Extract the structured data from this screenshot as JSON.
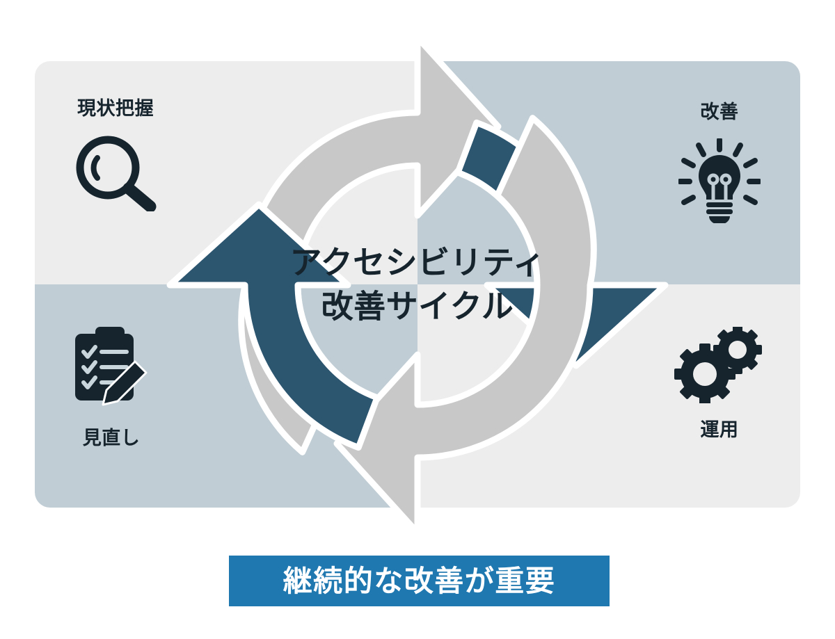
{
  "diagram": {
    "title": "アクセシビリティ改善サイクル",
    "center_line1": "アクセシビリティ",
    "center_line2": "改善サイクル",
    "colors": {
      "arrow_dark": "#2c5570",
      "arrow_light": "#c8c8c8",
      "quadrant_light": "#ededed",
      "quadrant_blue_gray": "#c0cdd4",
      "icon": "#16242e",
      "banner_bg": "#1f78b0",
      "banner_text": "#ffffff"
    },
    "stages": [
      {
        "id": "genjou-haaku",
        "label": "現状把握",
        "icon": "magnifier-icon",
        "position": "top-left",
        "label_position": "above-icon"
      },
      {
        "id": "kaizen",
        "label": "改善",
        "icon": "lightbulb-icon",
        "position": "top-right",
        "label_position": "above-icon"
      },
      {
        "id": "unyou",
        "label": "運用",
        "icon": "gears-icon",
        "position": "bottom-right",
        "label_position": "below-icon"
      },
      {
        "id": "minaoshi",
        "label": "見直し",
        "icon": "clipboard-check-pencil-icon",
        "position": "bottom-left",
        "label_position": "below-icon"
      }
    ],
    "arrows": [
      {
        "id": "arrow-top",
        "color": "light",
        "direction": "right"
      },
      {
        "id": "arrow-right",
        "color": "dark",
        "direction": "down"
      },
      {
        "id": "arrow-bottom",
        "color": "light",
        "direction": "left"
      },
      {
        "id": "arrow-left",
        "color": "dark",
        "direction": "up"
      }
    ]
  },
  "banner": {
    "text": "継続的な改善が重要"
  }
}
